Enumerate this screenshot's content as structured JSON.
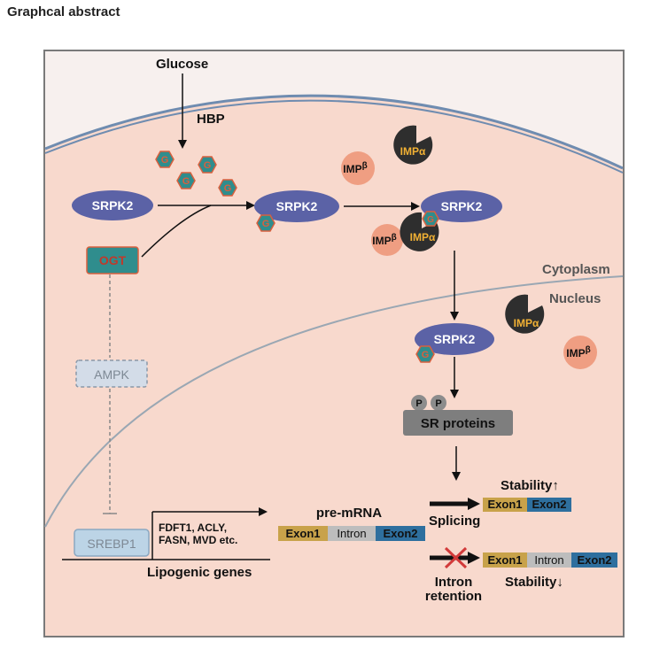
{
  "heading": "Graphcal abstract",
  "labels": {
    "glucose": "Glucose",
    "hbp": "HBP",
    "g": "G",
    "srpk2": "SRPK2",
    "ogt": "OGT",
    "ampk": "AMPK",
    "srebp1": "SREBP1",
    "imp_alpha": "IMPα",
    "imp_beta_main": "IMP",
    "imp_beta_sup": "β",
    "cytoplasm": "Cytoplasm",
    "nucleus": "Nucleus",
    "p": "P",
    "sr_proteins": "SR proteins",
    "genes_line1": "FDFT1, ACLY,",
    "genes_line2": "FASN, MVD etc.",
    "lipogenic_genes": "Lipogenic genes",
    "pre_mrna": "pre-mRNA",
    "exon1": "Exon1",
    "intron": "Intron",
    "exon2": "Exon2",
    "stability_up": "Stability↑",
    "splicing": "Splicing",
    "intron_line1": "Intron",
    "intron_line2": "retention",
    "stability_down": "Stability↓"
  },
  "colors": {
    "cell_bg": "#f8d9cd",
    "membrane": "#6f8cb0",
    "srpk2": "#5b62a6",
    "g_fill": "#2f8d8d",
    "g_border": "#d8603e",
    "ogt_fill": "#2f8d8d",
    "ogt_text": "#c0392b",
    "imp_beta": "#ef9e82",
    "imp_alpha": "#2e2e2e",
    "imp_alpha_text": "#f2b134",
    "sr_box": "#7e7e7e",
    "p_circle": "#8c8c8c",
    "ampk": "#d3dce8",
    "srebp1": "#bcd4e6",
    "exon1": "#c8a24a",
    "intron": "#bdbdbd",
    "exon2": "#2e6f9e",
    "nuclear_line": "#9aa7b3",
    "cross": "#d23a3a"
  }
}
